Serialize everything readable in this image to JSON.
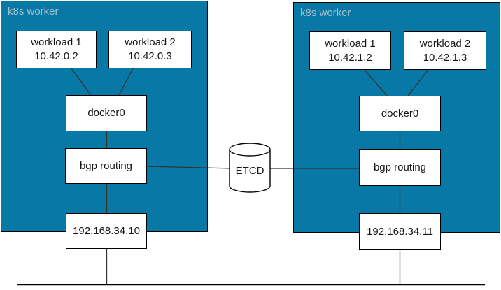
{
  "workers": [
    {
      "label": "k8s worker",
      "workloads": [
        {
          "name": "workload 1",
          "ip": "10.42.0.2"
        },
        {
          "name": "workload 2",
          "ip": "10.42.0.3"
        }
      ],
      "bridge": "docker0",
      "routing": "bgp routing",
      "host_ip": "192.168.34.10"
    },
    {
      "label": "k8s worker",
      "workloads": [
        {
          "name": "workload 1",
          "ip": "10.42.1.2"
        },
        {
          "name": "workload 2",
          "ip": "10.42.1.3"
        }
      ],
      "bridge": "docker0",
      "routing": "bgp routing",
      "host_ip": "192.168.34.11"
    }
  ],
  "datastore": {
    "label": "ETCD"
  },
  "colors": {
    "worker_fill": "#0878a6",
    "worker_label_text": "#a7bfcb",
    "node_fill": "#ffffff",
    "node_border": "#000000",
    "edge": "#333333"
  }
}
